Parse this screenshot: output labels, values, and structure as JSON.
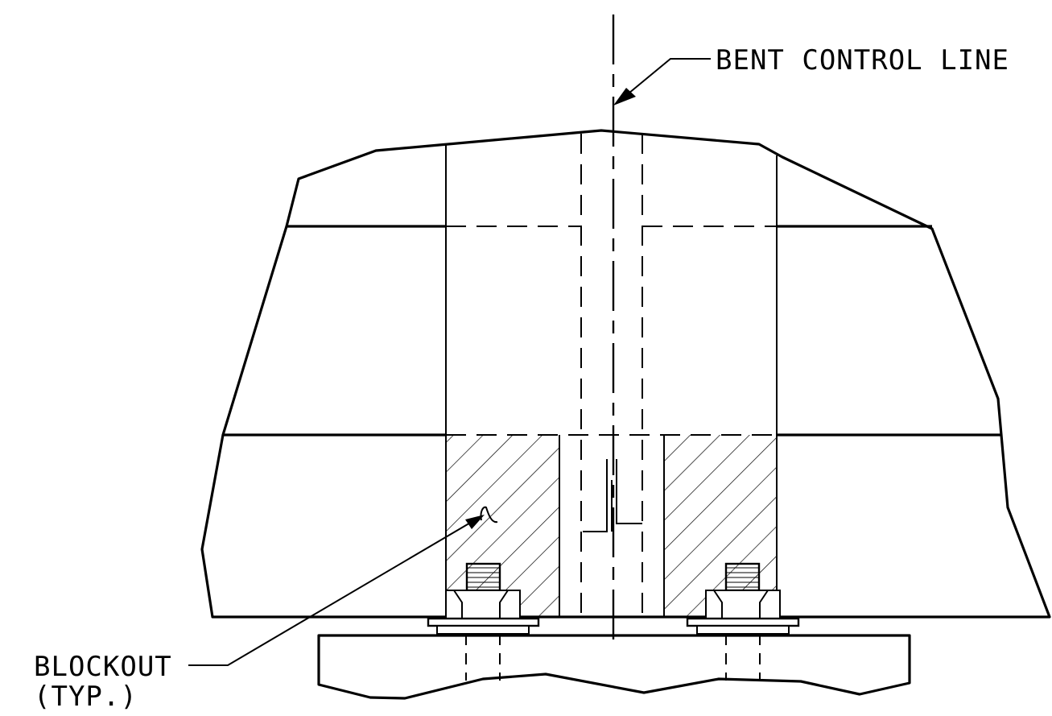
{
  "callouts": {
    "bent_control_line": "BENT CONTROL LINE",
    "blockout_line1": "BLOCKOUT",
    "blockout_line2": "(TYP.)"
  },
  "colors": {
    "line": "#000000",
    "background": "#ffffff"
  }
}
